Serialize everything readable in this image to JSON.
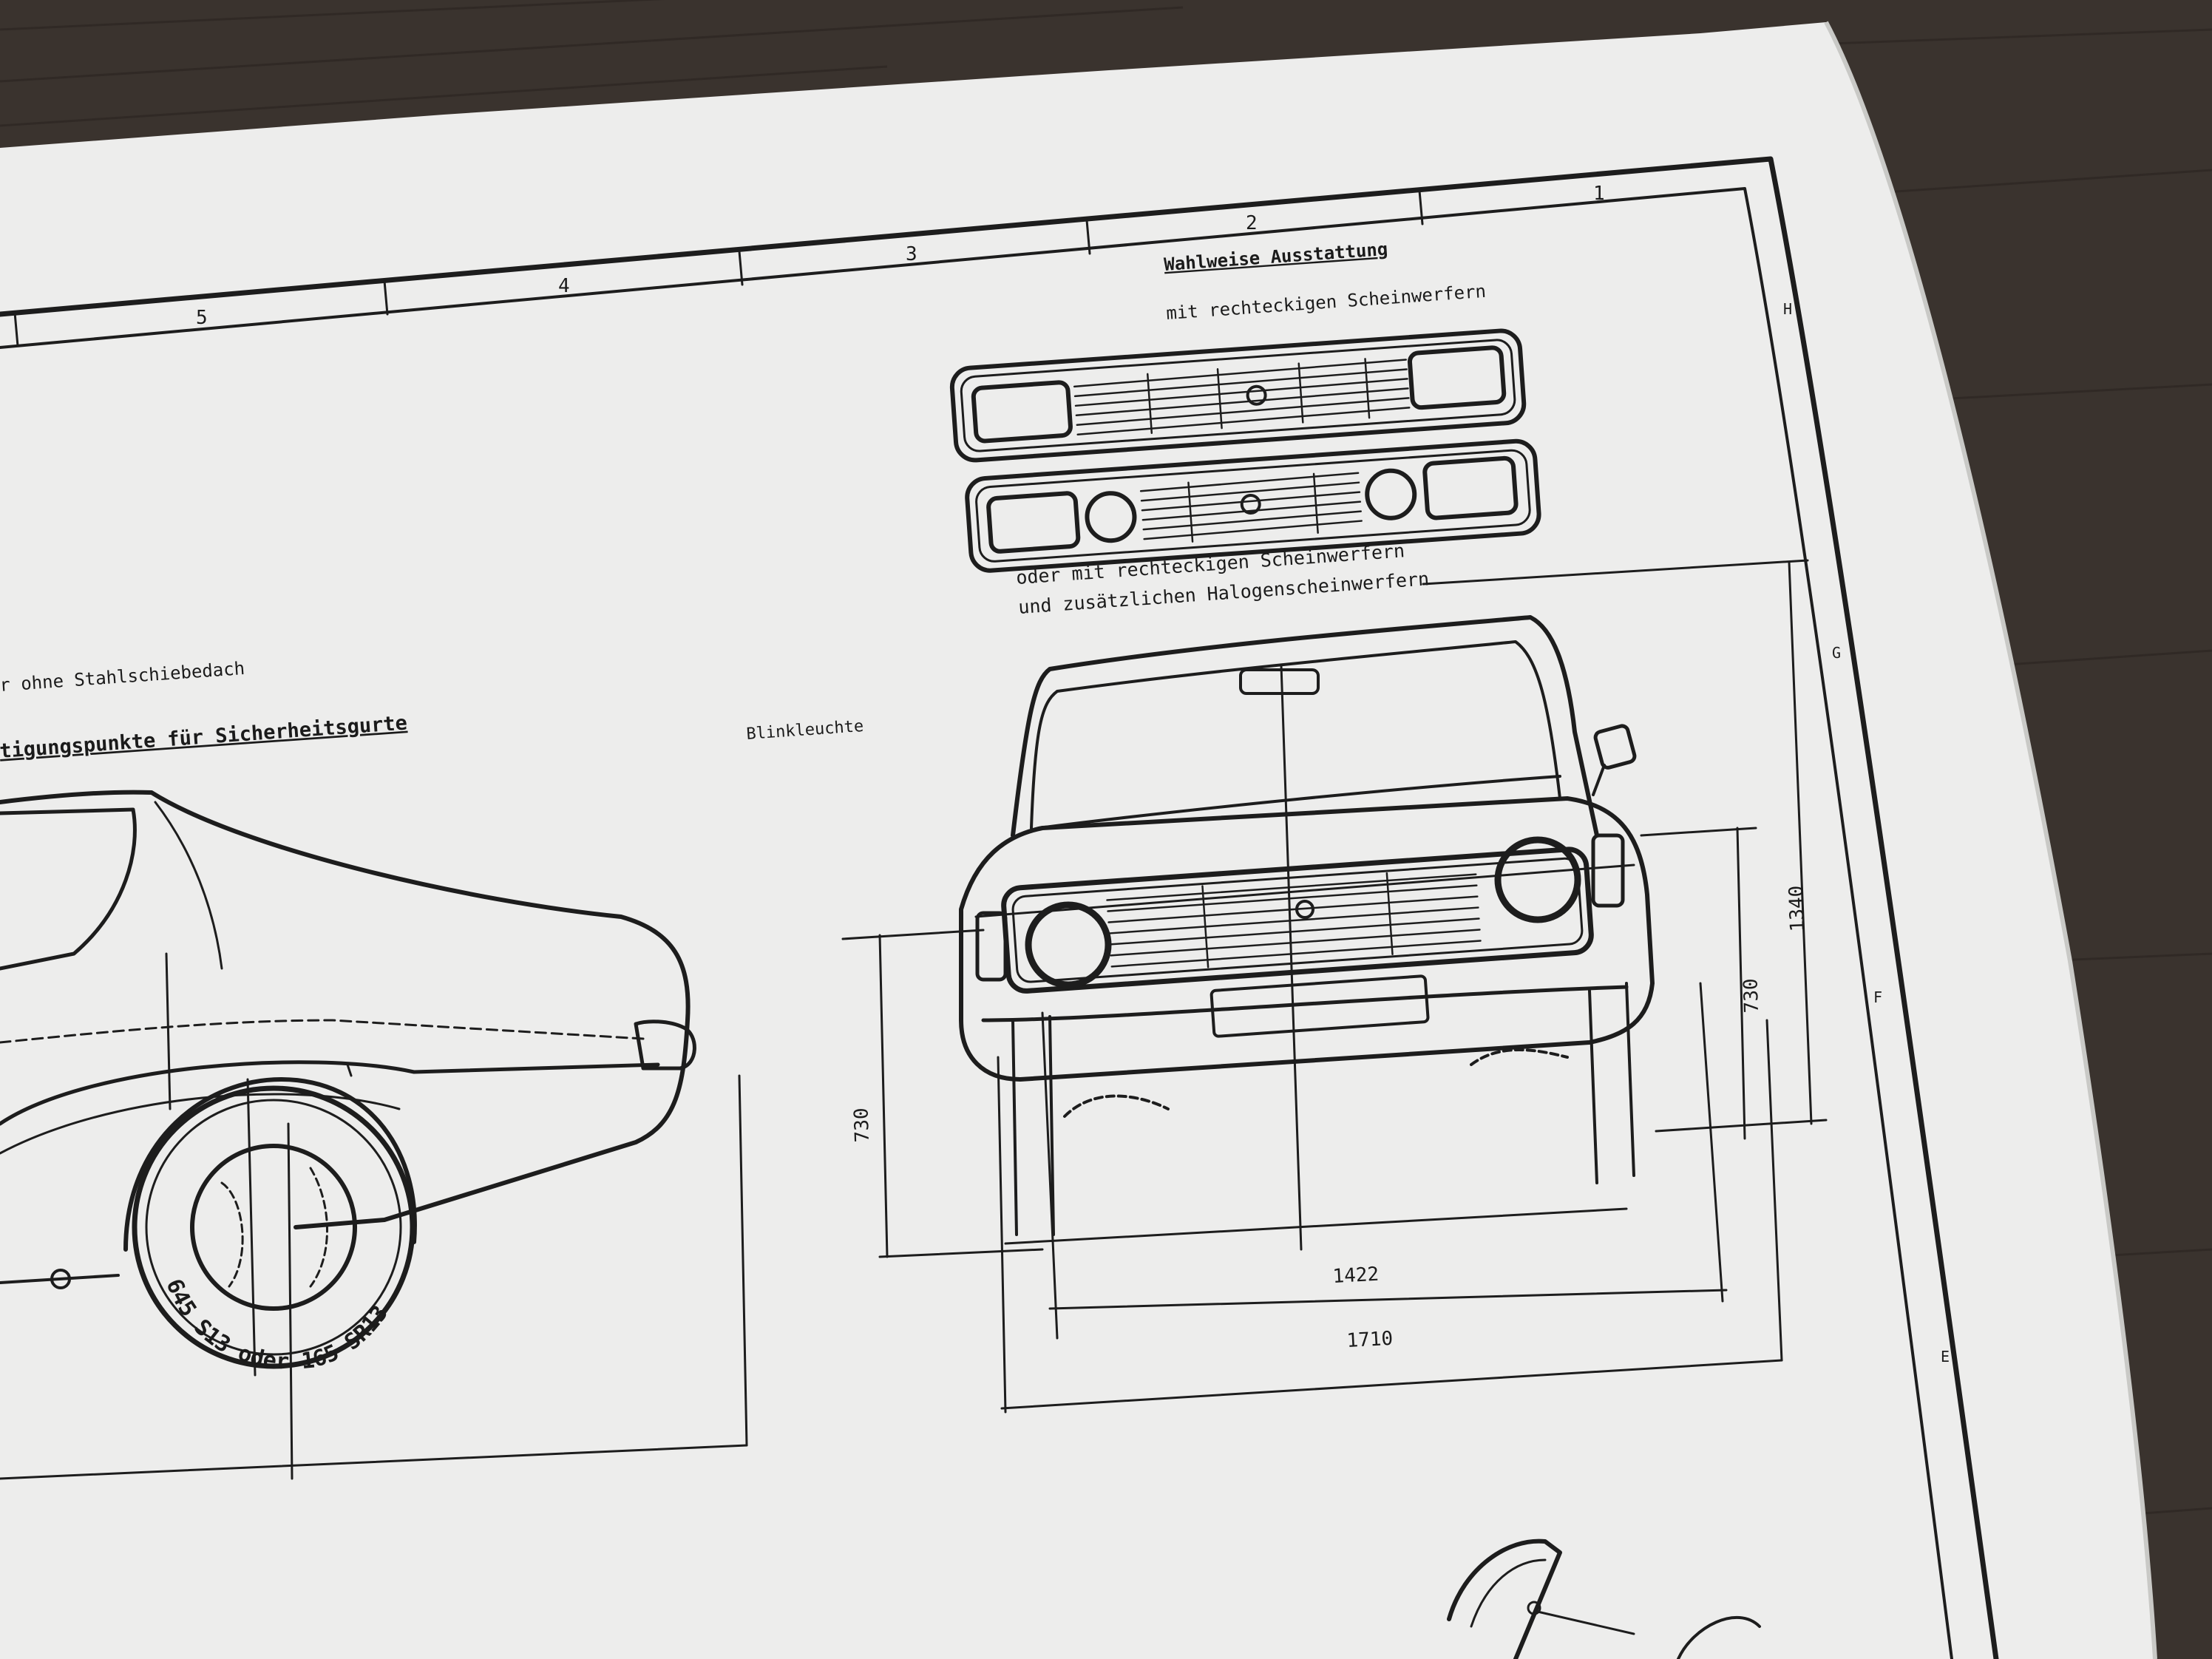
{
  "colors": {
    "table": "#3a332e",
    "paper": "#ededec",
    "ink": "#1d1d1d"
  },
  "sheet": {
    "grid_columns": [
      "1",
      "2",
      "3",
      "4",
      "5"
    ],
    "grid_rows": [
      "H",
      "G",
      "F",
      "E"
    ]
  },
  "drawing": {
    "optional_equipment_title": "Wahlweise Ausstattung",
    "grille_option_1": "mit rechteckigen Scheinwerfern",
    "grille_option_2_line1": "oder mit rechteckigen Scheinwerfern",
    "grille_option_2_line2": "und zusätzlichen  Halogenscheinwerfern",
    "roof_note": "r ohne Stahlschiebedach",
    "belt_note": "tigungspunkte für Sicherheitsgurte",
    "indicator_label": "Blinkleuchte",
    "tire_label": "645 S13 oder 165 SR13"
  },
  "dimensions": {
    "height_total": "1340",
    "height_right": "730",
    "height_left": "730",
    "track": "1422",
    "width_total": "1710"
  }
}
